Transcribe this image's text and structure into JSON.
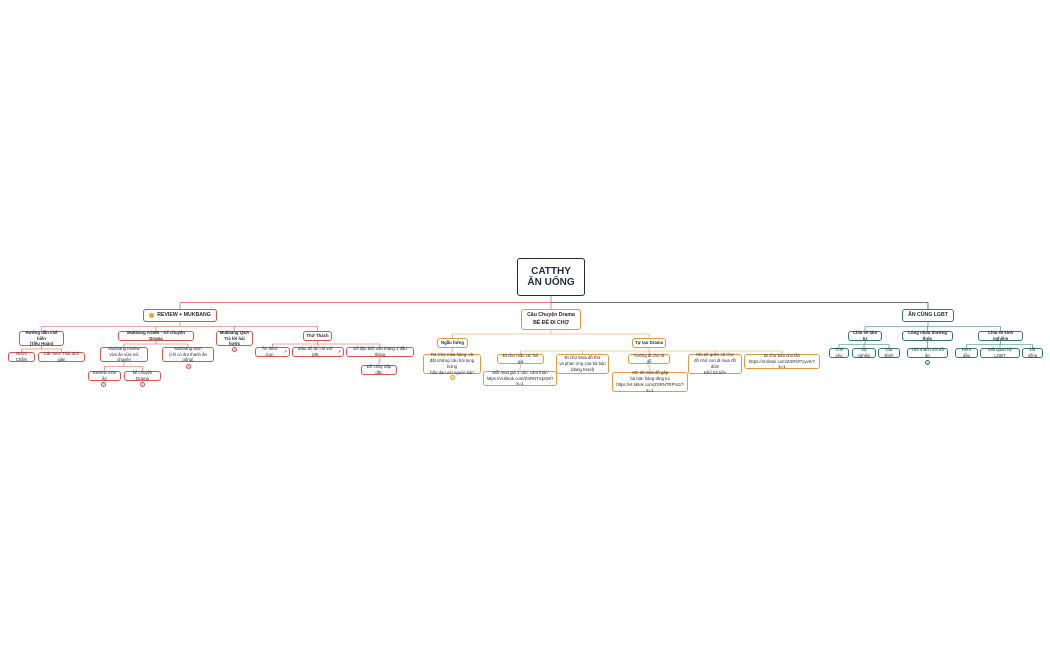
{
  "colors": {
    "root": "#1f2a44",
    "review": "#d9534f",
    "drama": "#e59a3f",
    "lgbt": "#2f7a6f"
  },
  "root": {
    "line1": "CATTHY",
    "line2": "ĂN UỐNG"
  },
  "review": {
    "label": "REVIEW + MUKBANG",
    "icon": "orange-dot-icon",
    "huong_dan": "Hướng dẫn chế biến\n(Tiêu Hoàn)",
    "nuoc_cham": "Nước Chấm",
    "mon_thai": "Các món Thái đơn giản",
    "asmr": "Mukbang ASMR - Kể chuyện Drama",
    "mukbang_review": "Mukbang review\nvừa ăn vừa nói chuyện",
    "review_mon_an": "Review món ăn",
    "ke_chuyen_drama": "kể chuyện Drama",
    "mukbang_anm": "Mukbang anm\n(chỉ có âm thanh ăn uống)",
    "qa": "Mukbang Q&A\nTrả lời hài hước",
    "thu_thach": "Thử Thách",
    "an_theo_icon": "Ăn theo icon",
    "mau_do_an": "Màu đồ ăn chỉ với 10k",
    "so_dac_biet": "Số đặc biệt vào tháng 1 đầu tháng",
    "do_chay": "Đồ chay nấp dần"
  },
  "drama": {
    "label": "Câu Chuyện Drama\nBÉ ĐẾ ĐI CHỢ",
    "ngau_hung": "Ngẫu hứng",
    "ra_cho": "Ra Chợ mua hàng, và\nđặt những câu hỏi tung hứng\nhấu dạo với người bán",
    "tu_tao": "Tự tạo Drama",
    "di_cho_mac_ca": "Đi chợ mặc cả, hỏi giá",
    "moi_mua": "Mỗi mua giá 1 câu, cảm thán\nhttps://vt.tiktok.com/ZSRNTmjKM/?k=1",
    "di_cho_mua_do": "Đi chợ Mua đồ thử\nvà phản ứng của bà bán\n(đang trend)",
    "tuong_di_cho": "Tưởng đi chợ là dễ",
    "vd_di_mua": "VD: Đi mua đồ gặp\nbà bán hàng tăng tui\nhttps://vt.tiktok.com/ZSRNTRPnG/?k=1",
    "khi_tre_quen": "Khi trẻ quen cá chợ\nđồ nhờ con đi mua đồ dùm\nKhổ trả tiền",
    "di_cho_bao": "Đi chợ bảo cho lắn\nhttps://vt.tiktok.com/ZSRNTCyvK/?k=1"
  },
  "lgbt": {
    "label": "ĂN CÙNG LGBT",
    "chia_se_tam_tu": "Chia sẻ tâm tư",
    "tinh_yeu": "Tình yêu",
    "su_nghiep": "Sự nghiệp",
    "gia_dinh": "Gia Đình",
    "cung_nhau": "Cùng nhau thưởng thức",
    "thu_thach_vo_do_an": "Thử thách với đồ ăn",
    "kinh_nghiem": "Chia sẻ kinh nghiệm",
    "kem_dau": "Kem dầu",
    "moi_quan_he": "Mối quan hệ LGBT",
    "loi_song": "Lối sống"
  },
  "markers": {
    "m1": "1",
    "m2": "2",
    "m3": "3",
    "m4": "4",
    "m5": "1",
    "m6": "2"
  }
}
